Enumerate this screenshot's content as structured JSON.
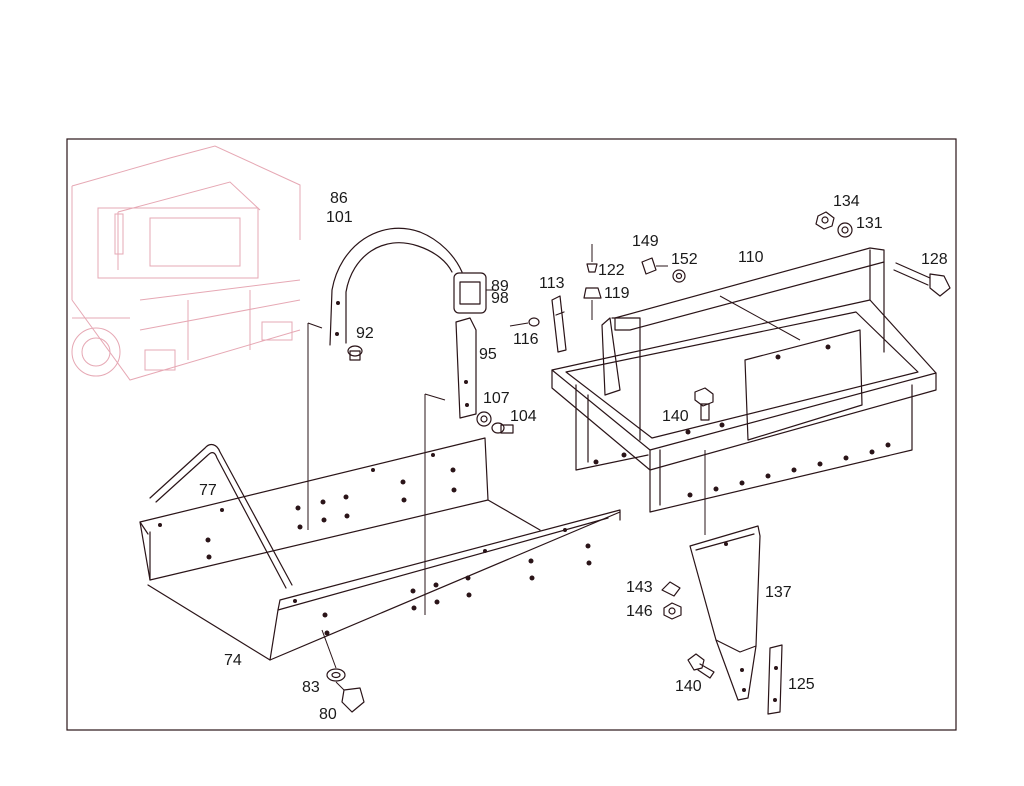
{
  "diagram": {
    "callouts": {
      "c86": "86",
      "c101": "101",
      "c92": "92",
      "c89": "89",
      "c98": "98",
      "c95": "95",
      "c107": "107",
      "c104": "104",
      "c113": "113",
      "c116": "116",
      "c122": "122",
      "c119": "119",
      "c149": "149",
      "c152": "152",
      "c110": "110",
      "c134": "134",
      "c131": "131",
      "c128": "128",
      "c140a": "140",
      "c77": "77",
      "c74": "74",
      "c83": "83",
      "c80": "80",
      "c143": "143",
      "c146": "146",
      "c137": "137",
      "c140b": "140",
      "c125": "125"
    },
    "colors": {
      "line": "#2a1418",
      "ghost": "#e6a8b4",
      "frame": "#2a1418"
    }
  }
}
